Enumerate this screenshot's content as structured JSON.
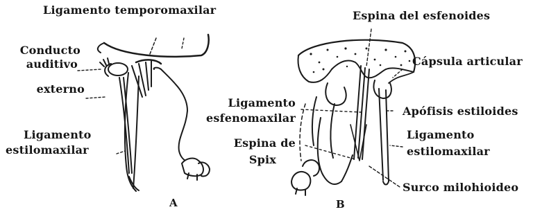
{
  "figure": {
    "panel_a": {
      "letter": "A",
      "labels": {
        "ligamento_temporomaxilar": "Ligamento temporomaxilar",
        "conducto_1": "Conducto",
        "conducto_2": "auditivo",
        "conducto_3": "externo",
        "lig_estilomaxilar_1": "Ligamento",
        "lig_estilomaxilar_2": "estilomaxilar"
      }
    },
    "panel_b": {
      "letter": "B",
      "labels": {
        "espina_esfenoides": "Espina del esfenoides",
        "capsula_articular": "Cápsula articular",
        "lig_esfenomaxilar_1": "Ligamento",
        "lig_esfenomaxilar_2": "esfenomaxilar",
        "apofisis_estiloides": "Apófisis estiloides",
        "espina_spix_1": "Espina de",
        "espina_spix_2": "Spix",
        "lig_estilomaxilar_1": "Ligamento",
        "lig_estilomaxilar_2": "estilomaxilar",
        "surco_milohioideo": "Surco milohioideo"
      }
    }
  }
}
